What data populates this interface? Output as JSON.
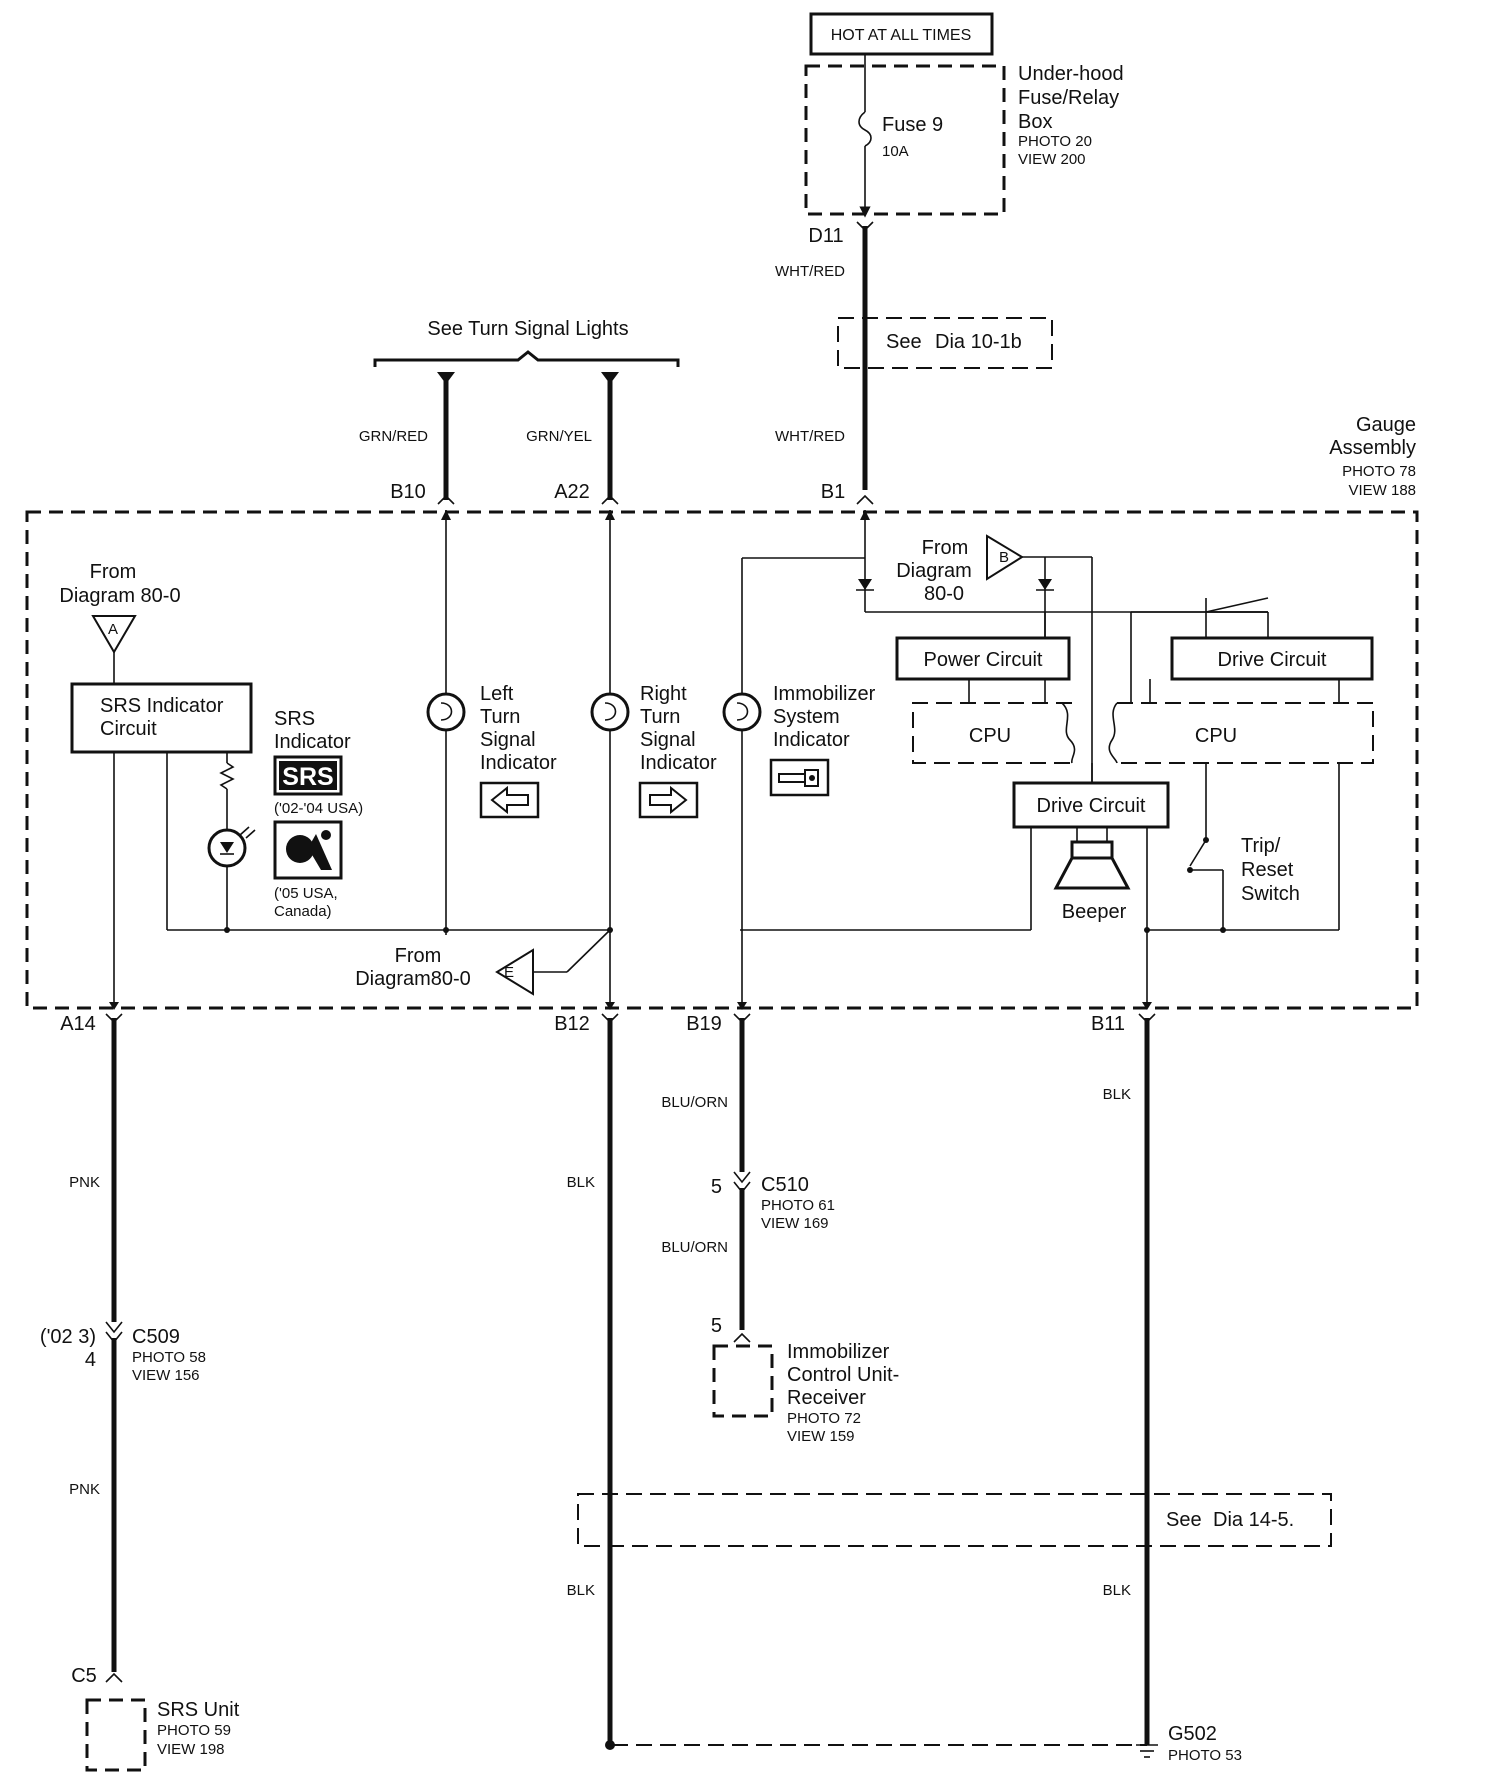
{
  "power": {
    "hot_label": "HOT AT ALL TIMES",
    "fuse_name": "Fuse 9",
    "fuse_rating": "10A",
    "box_line1": "Under-hood",
    "box_line2": "Fuse/Relay",
    "box_line3": "Box",
    "box_photo": "PHOTO 20",
    "box_view": "VIEW 200",
    "terminal": "D11",
    "wire_color_top": "WHT/RED",
    "see_dia_prefix": "See",
    "see_dia_ref": "Dia 10-1b"
  },
  "turn_signal": {
    "title": "See Turn Signal Lights",
    "left_wire": "GRN/RED",
    "right_wire": "GRN/YEL"
  },
  "gauge": {
    "name_line1": "Gauge",
    "name_line2": "Assembly",
    "photo": "PHOTO 78",
    "view": "VIEW 188",
    "pins_top": [
      "B10",
      "A22",
      "B1"
    ],
    "wire_b1": "WHT/RED",
    "from_a_line1": "From",
    "from_a_line2": "Diagram 80-0",
    "from_a_tag": "A",
    "from_b_line1": "From",
    "from_b_line2": "Diagram",
    "from_b_line3": "80-0",
    "from_b_tag": "B",
    "from_e_line1": "From",
    "from_e_line2": "Diagram80-0",
    "from_e_tag": "E",
    "srs_circuit_line1": "SRS Indicator",
    "srs_circuit_line2": "Circuit",
    "srs_ind_line1": "SRS",
    "srs_ind_line2": "Indicator",
    "srs_badge": "SRS",
    "srs_note1": "('02-'04 USA)",
    "srs_note2_line1": "('05 USA,",
    "srs_note2_line2": "Canada)",
    "left_ind": [
      "Left",
      "Turn",
      "Signal",
      "Indicator"
    ],
    "right_ind": [
      "Right",
      "Turn",
      "Signal",
      "Indicator"
    ],
    "immob_ind": [
      "Immobilizer",
      "System",
      "Indicator"
    ],
    "power_circuit": "Power Circuit",
    "drive_circuit_1": "Drive Circuit",
    "drive_circuit_2": "Drive Circuit",
    "cpu_1": "CPU",
    "cpu_2": "CPU",
    "beeper": "Beeper",
    "switch_line1": "Trip/",
    "switch_line2": "Reset",
    "switch_line3": "Switch"
  },
  "bottom": {
    "pins": [
      "A14",
      "B12",
      "B19",
      "B11"
    ],
    "a14_wire": "PNK",
    "a14_wire2": "PNK",
    "c509_note": "('02 3)",
    "c509_pin": "4",
    "c509_name": "C509",
    "c509_photo": "PHOTO 58",
    "c509_view": "VIEW 156",
    "c5_pin": "C5",
    "srs_unit": "SRS Unit",
    "srs_unit_photo": "PHOTO 59",
    "srs_unit_view": "VIEW 198",
    "b12_wire": "BLK",
    "b12_wire2": "BLK",
    "b19_wire": "BLU/ORN",
    "b19_wire2": "BLU/ORN",
    "c510_pin": "5",
    "c510_name": "C510",
    "c510_photo": "PHOTO 61",
    "c510_view": "VIEW 169",
    "immob_pin": "5",
    "immob_unit_line1": "Immobilizer",
    "immob_unit_line2": "Control Unit-",
    "immob_unit_line3": "Receiver",
    "immob_unit_photo": "PHOTO 72",
    "immob_unit_view": "VIEW 159",
    "b11_wire": "BLK",
    "b11_wire2": "BLK",
    "see_dia_prefix": "See",
    "see_dia_ref": "Dia 14-5.",
    "ground_name": "G502",
    "ground_photo": "PHOTO 53"
  }
}
